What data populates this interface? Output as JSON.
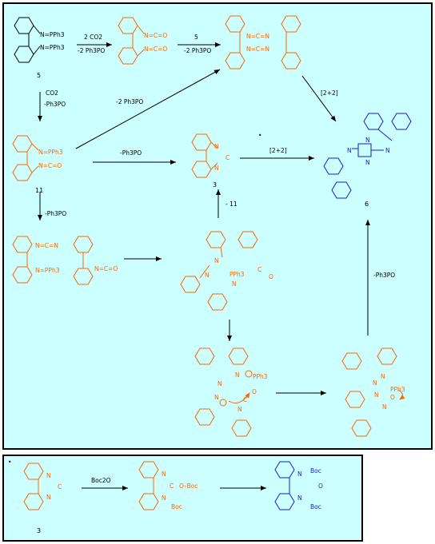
{
  "colors": {
    "panel_bg": "#ccffff",
    "reactant": "#000000",
    "intermediate": "#ff6600",
    "product": "#1a1acc",
    "arrow": "#000000"
  },
  "top_scheme": {
    "compounds": [
      {
        "id": "c5",
        "number": "5",
        "groups": [
          "N=PPh3",
          "N=PPh3"
        ]
      },
      {
        "id": "diiso",
        "groups": [
          "N=C=O",
          "N=C=O"
        ]
      },
      {
        "id": "carbo",
        "groups": [
          "N=C=N",
          "N=C=N"
        ]
      },
      {
        "id": "c11",
        "number": "11",
        "groups": [
          "N=PPh3",
          "N=C=O"
        ]
      },
      {
        "id": "c3",
        "number": "3",
        "groups": [
          "N",
          "C",
          "N"
        ]
      },
      {
        "id": "c6",
        "number": "6",
        "groups": [
          "N",
          "N",
          "N",
          "N"
        ]
      },
      {
        "id": "mixed",
        "groups": [
          "N=C=N",
          "N=PPh3",
          "N=C=O"
        ]
      },
      {
        "id": "adduct1",
        "groups": [
          "N",
          "N",
          "PPh3",
          "N",
          "C",
          "O"
        ]
      },
      {
        "id": "zwit",
        "groups": [
          "N",
          "N",
          "N",
          "PPh3",
          "O",
          "C",
          "N"
        ]
      },
      {
        "id": "cyclic",
        "groups": [
          "N",
          "N",
          "N",
          "PPh3",
          "O",
          "N"
        ]
      }
    ],
    "conditions": {
      "a1_top": "2 CO2",
      "a1_bottom": "-2 Ph3PO",
      "a2_top": "5",
      "a2_bottom": "-2 Ph3PO",
      "a3_top": "CO2",
      "a3_bottom": "-Ph3PO",
      "a_diag": "-2 Ph3PO",
      "a_11_3": "-Ph3PO",
      "a_3_6": "[2+2]",
      "a_carbo_6": "[2+2]",
      "a_11_mixed": "-Ph3PO",
      "a_up_3": "- 11",
      "a_cyc_6": "-Ph3PO"
    },
    "marker": "•"
  },
  "bottom_scheme": {
    "marker": "•",
    "compounds": [
      {
        "id": "b3",
        "number": "3",
        "groups": [
          "N",
          "C",
          "N"
        ]
      },
      {
        "id": "bboc",
        "groups": [
          "N",
          "C",
          "O–Boc",
          "N",
          "Boc"
        ]
      },
      {
        "id": "burea",
        "groups": [
          "N",
          "Boc",
          "O",
          "N",
          "Boc"
        ]
      }
    ],
    "conditions": {
      "b_arrow_top": "Boc2O"
    }
  }
}
